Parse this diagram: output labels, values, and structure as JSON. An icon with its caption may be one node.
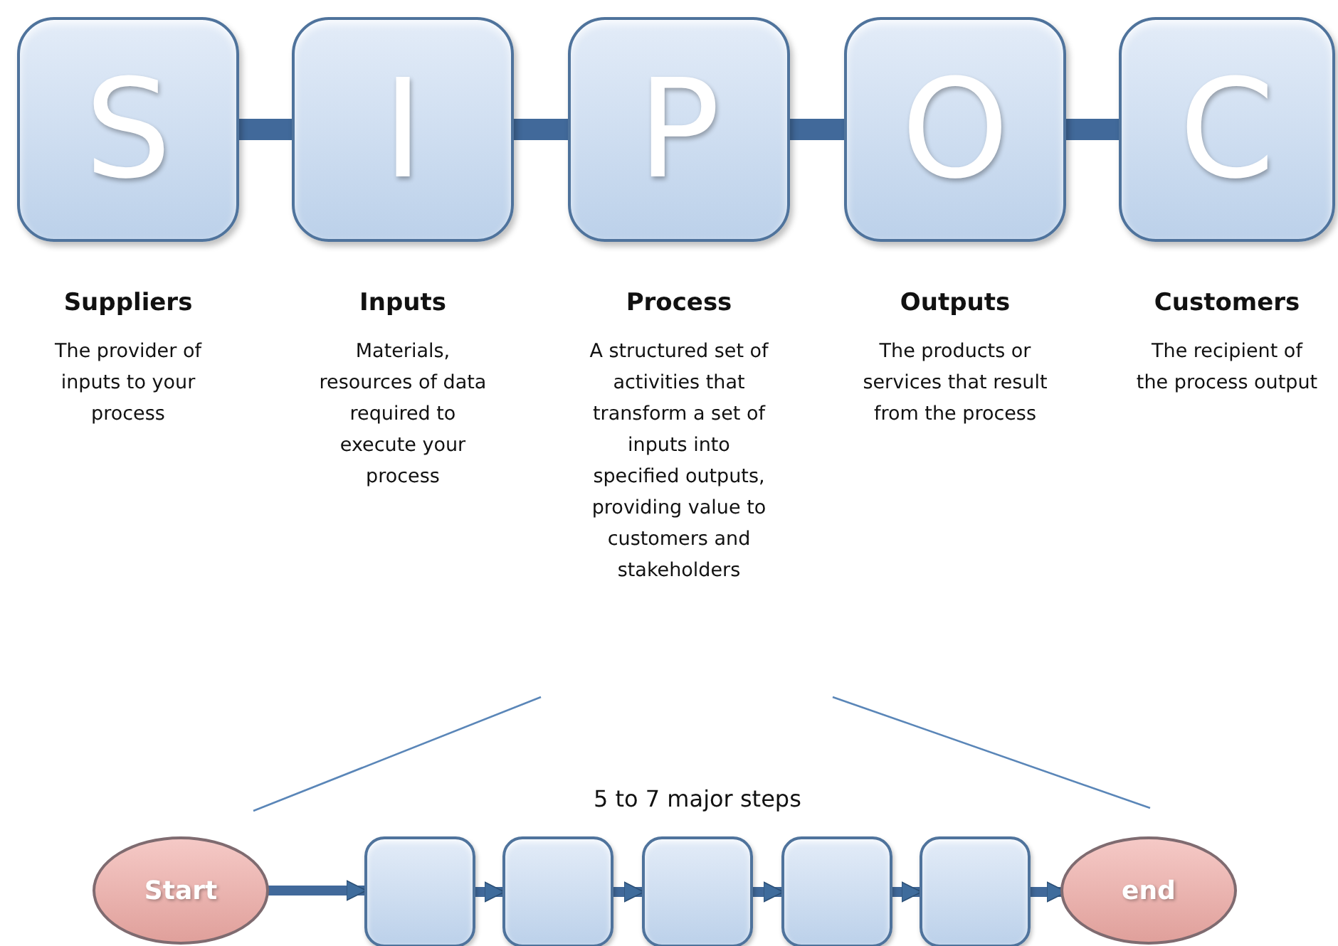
{
  "diagram": {
    "nodes": [
      {
        "text": [
          "S"
        ],
        "beside": [
          "Suppliers",
          "The provider of inputs to your process"
        ]
      },
      {
        "text": [
          "I"
        ],
        "beside": [
          "Inputs",
          "Materials, resources of data required to execute your process"
        ]
      },
      {
        "text": [
          "P"
        ],
        "beside": [
          "Process",
          "A structured set of activities that transform a set of inputs into specified outputs, providing value to customers and stakeholders"
        ]
      },
      {
        "text": [
          "O"
        ],
        "beside": [
          "Outputs",
          "The products or services that result from the process"
        ]
      },
      {
        "text": [
          "C"
        ],
        "beside": [
          "Customers",
          "The recipient of the process output"
        ]
      },
      {
        "text": [
          "Start"
        ]
      },
      {
        "text": [],
        "shape": "box"
      },
      {
        "text": [],
        "shape": "box"
      },
      {
        "text": [],
        "shape": "box"
      },
      {
        "text": [],
        "shape": "box"
      },
      {
        "text": [],
        "shape": "box"
      },
      {
        "text": [
          "end"
        ]
      }
    ],
    "edges": [
      {
        "from": 0,
        "to": 1,
        "arrow": "none",
        "style": "thick"
      },
      {
        "from": 1,
        "to": 2,
        "arrow": "none",
        "style": "thick"
      },
      {
        "from": 2,
        "to": 3,
        "arrow": "none",
        "style": "thick"
      },
      {
        "from": 3,
        "to": 4,
        "arrow": "none",
        "style": "thick"
      },
      {
        "from": 5,
        "to": 6,
        "arrow": "to"
      },
      {
        "from": 6,
        "to": 7,
        "arrow": "to"
      },
      {
        "from": 7,
        "to": 8,
        "arrow": "to"
      },
      {
        "from": 8,
        "to": 9,
        "arrow": "to"
      },
      {
        "from": 9,
        "to": 10,
        "arrow": "to"
      },
      {
        "from": 10,
        "to": 11,
        "arrow": "to"
      }
    ],
    "labels": [
      "5 to 7 major steps"
    ]
  }
}
